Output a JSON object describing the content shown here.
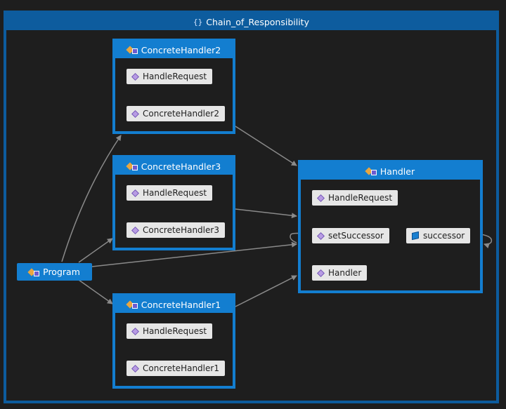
{
  "namespace": {
    "title": "Chain_of_Responsibility"
  },
  "program": {
    "label": "Program"
  },
  "concrete_handler2": {
    "title": "ConcreteHandler2",
    "members": [
      "HandleRequest",
      "ConcreteHandler2"
    ]
  },
  "concrete_handler3": {
    "title": "ConcreteHandler3",
    "members": [
      "HandleRequest",
      "ConcreteHandler3"
    ]
  },
  "concrete_handler1": {
    "title": "ConcreteHandler1",
    "members": [
      "HandleRequest",
      "ConcreteHandler1"
    ]
  },
  "handler": {
    "title": "Handler",
    "members": [
      "HandleRequest",
      "setSuccessor",
      "Handler"
    ],
    "field": "successor"
  },
  "colors": {
    "background": "#1e1e1e",
    "namespace_border": "#0d5c9e",
    "class_header": "#137ed0",
    "member_fill": "#e6e6e6",
    "edge": "#8a8a8a"
  }
}
